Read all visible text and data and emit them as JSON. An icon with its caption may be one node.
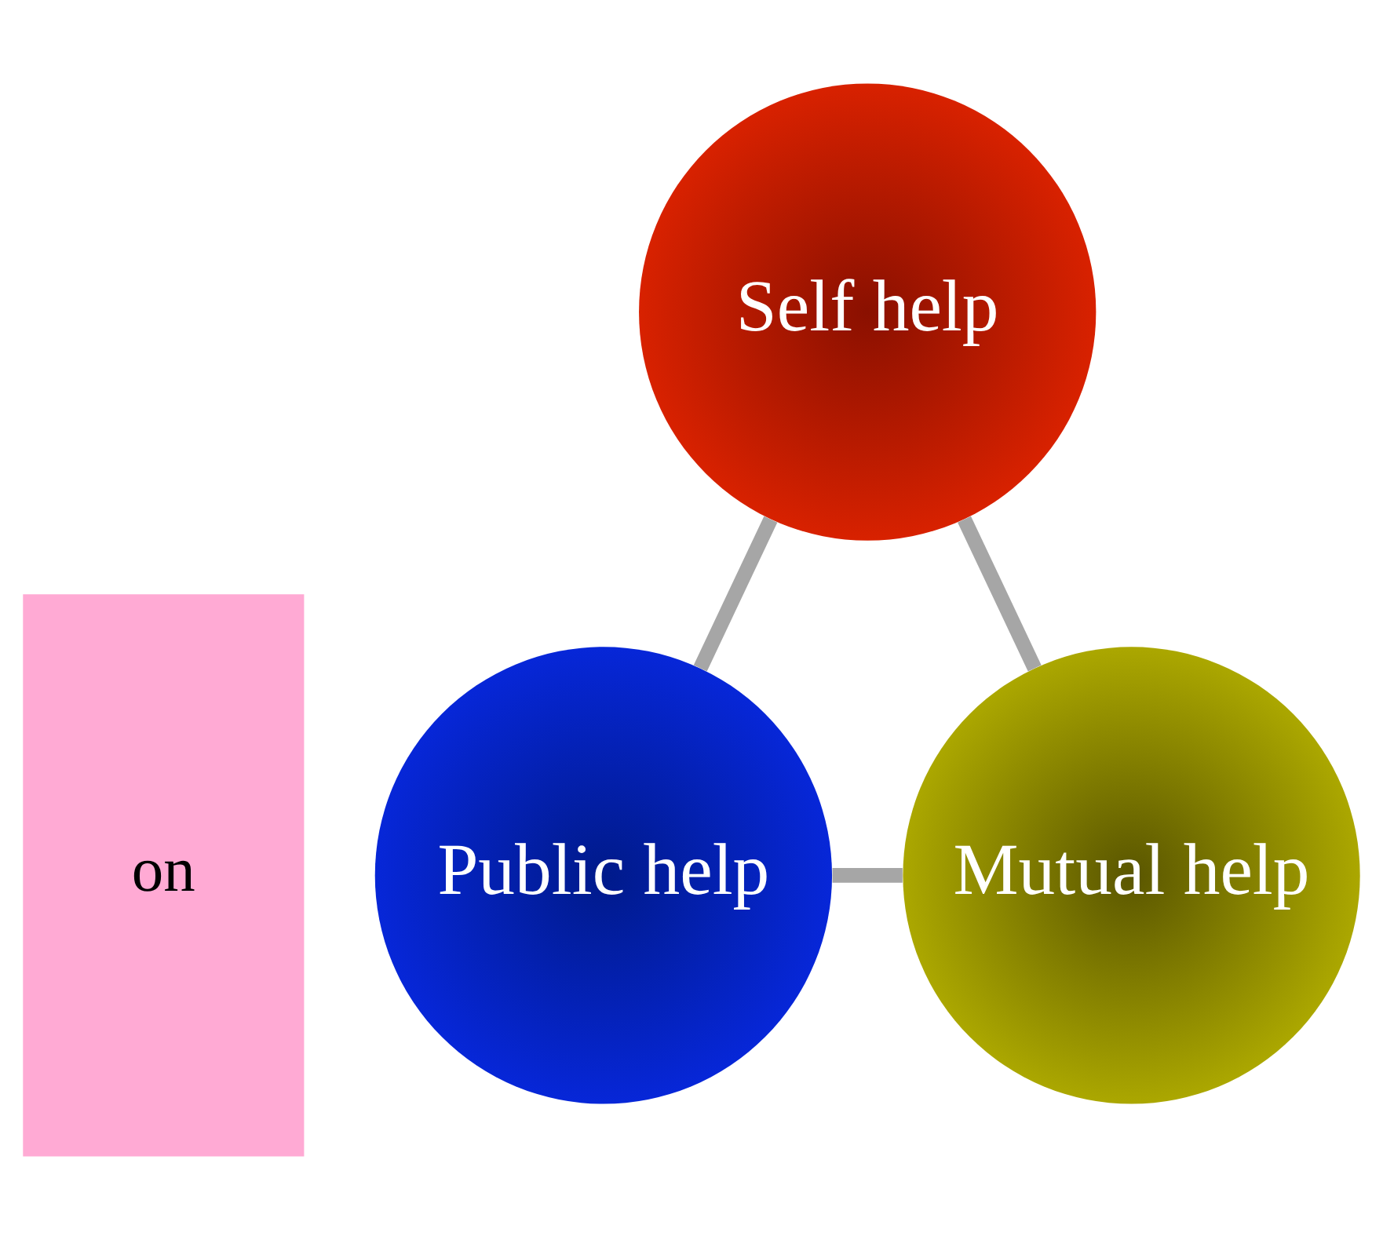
{
  "diagram": {
    "nodes": [
      {
        "text": [
          "Self help"
        ]
      },
      {
        "text": [
          "on"
        ]
      },
      {
        "text": [
          "Public help"
        ]
      },
      {
        "text": [
          "Mutual help"
        ]
      }
    ],
    "edges": [
      {
        "from": 0,
        "to": 2,
        "arrow": "none"
      },
      {
        "from": 0,
        "to": 3,
        "arrow": "none"
      },
      {
        "from": 2,
        "to": 3,
        "arrow": "none"
      }
    ]
  }
}
